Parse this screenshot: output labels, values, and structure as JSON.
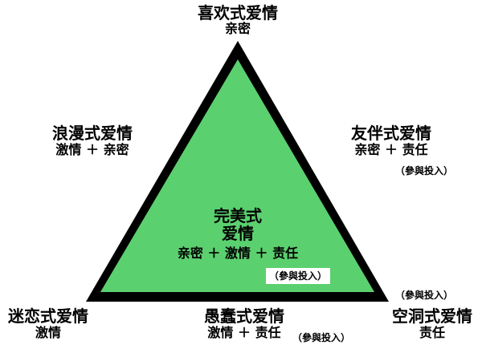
{
  "diagram": {
    "type": "love-triangle",
    "colors": {
      "triangle_fill": "#5BD06F",
      "triangle_stroke": "#000000",
      "background": "#ffffff",
      "text": "#000000"
    },
    "top": {
      "title": "喜欢式爱情",
      "components": "亲密"
    },
    "left_middle": {
      "title": "浪漫式爱情",
      "components": "激情 ＋ 亲密"
    },
    "right_middle": {
      "title": "友伴式爱情",
      "components": "亲密 ＋ 责任",
      "note": "（參與投入）"
    },
    "center": {
      "title_line1": "完美式",
      "title_line2": "爱情",
      "components": "亲密 ＋ 激情 ＋ 责任",
      "note": "（參與投入）"
    },
    "bottom_left": {
      "title": "迷恋式爱情",
      "components": "激情"
    },
    "bottom_middle": {
      "title": "愚蠢式爱情",
      "components": "激情 ＋ 责任",
      "note": "（參與投入）"
    },
    "bottom_right": {
      "title": "空洞式爱情",
      "components": "责任",
      "note": "（參與投入）"
    }
  }
}
